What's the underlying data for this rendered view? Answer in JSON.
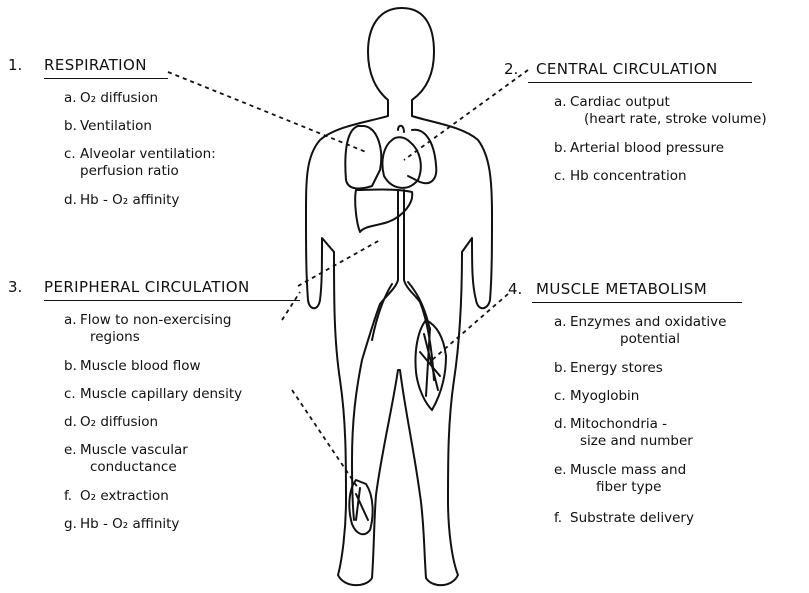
{
  "sections": [
    {
      "number": "1.",
      "title": "RESPIRATION",
      "items": [
        {
          "letter": "a.",
          "lines": [
            "O₂ diffusion"
          ]
        },
        {
          "letter": "b.",
          "lines": [
            "Ventilation"
          ]
        },
        {
          "letter": "c.",
          "lines": [
            "Alveolar ventilation:",
            "perfusion ratio"
          ]
        },
        {
          "letter": "d.",
          "lines": [
            "Hb - O₂ affinity"
          ]
        }
      ]
    },
    {
      "number": "2.",
      "title": "CENTRAL CIRCULATION",
      "items": [
        {
          "letter": "a.",
          "lines": [
            "Cardiac output",
            "(heart rate, stroke volume)"
          ]
        },
        {
          "letter": "b.",
          "lines": [
            "Arterial blood pressure"
          ]
        },
        {
          "letter": "c.",
          "lines": [
            "Hb  concentration"
          ]
        }
      ]
    },
    {
      "number": "3.",
      "title": "PERIPHERAL CIRCULATION",
      "items": [
        {
          "letter": "a.",
          "lines": [
            "Flow to non-exercising",
            "regions"
          ]
        },
        {
          "letter": "b.",
          "lines": [
            "Muscle blood flow"
          ]
        },
        {
          "letter": "c.",
          "lines": [
            "Muscle capillary density"
          ]
        },
        {
          "letter": "d.",
          "lines": [
            "O₂ diffusion"
          ]
        },
        {
          "letter": "e.",
          "lines": [
            "Muscle vascular",
            "conductance"
          ]
        },
        {
          "letter": "f.",
          "lines": [
            "O₂ extraction"
          ]
        },
        {
          "letter": "g.",
          "lines": [
            "Hb - O₂ affinity"
          ]
        }
      ]
    },
    {
      "number": "4.",
      "title": "MUSCLE METABOLISM",
      "items": [
        {
          "letter": "a.",
          "lines": [
            "Enzymes and oxidative",
            "potential"
          ]
        },
        {
          "letter": "b.",
          "lines": [
            "Energy stores"
          ]
        },
        {
          "letter": "c.",
          "lines": [
            "Myoglobin"
          ]
        },
        {
          "letter": "d.",
          "lines": [
            "Mitochondria -",
            "size and number"
          ]
        },
        {
          "letter": "e.",
          "lines": [
            "Muscle mass and",
            "fiber type"
          ]
        },
        {
          "letter": "f.",
          "lines": [
            "Substrate delivery"
          ]
        }
      ]
    }
  ]
}
